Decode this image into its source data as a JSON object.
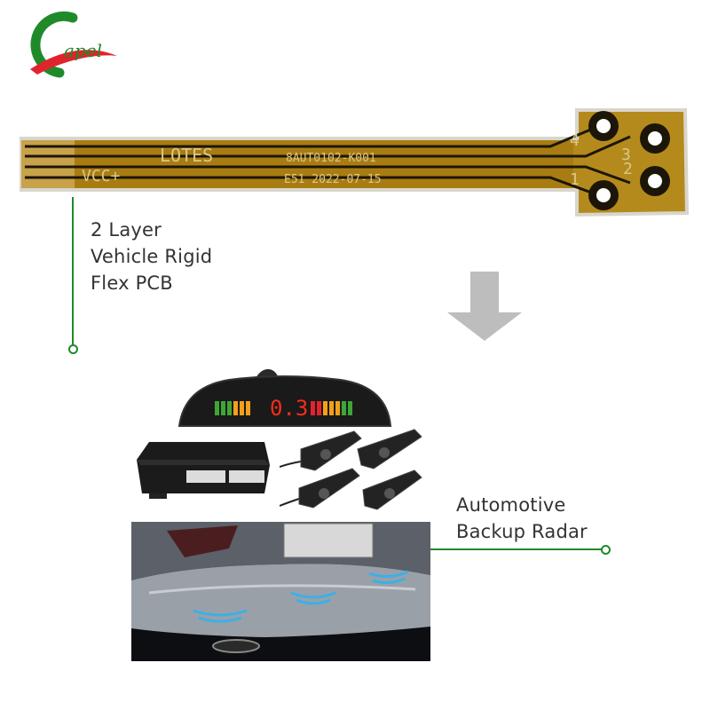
{
  "brand": {
    "logo_text": "apel",
    "logo_initial": "C"
  },
  "pcb": {
    "silkscreen": {
      "brand": "LOTES",
      "part_number": "8AUT0102-K001",
      "signal": "VCC+",
      "date_line": "E51  2022-07-15",
      "pin_1": "1",
      "pin_2": "2",
      "pin_3": "3",
      "pin_4": "4"
    },
    "caption": {
      "line1": "2 Layer",
      "line2": "Vehicle Rigid",
      "line3": "Flex PCB"
    }
  },
  "radar": {
    "display_reading": "0.3",
    "caption": {
      "line1": "Automotive",
      "line2": "Backup Radar"
    }
  },
  "colors": {
    "accent_green": "#1f8a2a",
    "logo_red": "#e0242b",
    "arrow_gray": "#bdbdbd",
    "pcb_gold": "#b58a1c",
    "pcb_dark": "#1c1608"
  }
}
